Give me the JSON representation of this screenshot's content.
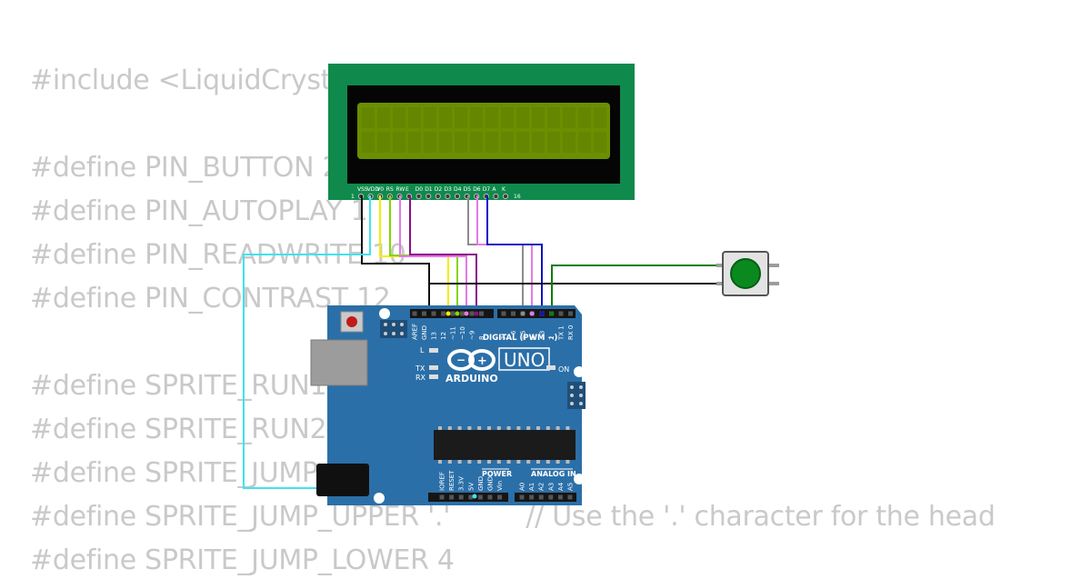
{
  "code_lines": [
    "#include <LiquidCrystal.h>",
    "",
    "#define PIN_BUTTON 2",
    "#define PIN_AUTOPLAY 1",
    "#define PIN_READWRITE 10",
    "#define PIN_CONTRAST 12",
    "",
    "#define SPRITE_RUN1 1",
    "#define SPRITE_RUN2 2",
    "#define SPRITE_JUMP 3",
    "#define SPRITE_JUMP_UPPER '.'         // Use the '.' character for the head",
    "#define SPRITE_JUMP_LOWER 4"
  ],
  "lcd": {
    "pin_labels": [
      "VSS",
      "VDD",
      "V0",
      "RS",
      "RW",
      "E",
      "D0",
      "D1",
      "D2",
      "D3",
      "D4",
      "D5",
      "D6",
      "D7",
      "A",
      "K"
    ],
    "first_index": "1",
    "last_index": "16"
  },
  "arduino": {
    "brand": "ARDUINO",
    "model": "UNO",
    "digital_label": "DIGITAL (PWM ~)",
    "digital_pins": [
      "AREF",
      "GND",
      "13",
      "12",
      "~11",
      "~10",
      "~9",
      "8",
      "7",
      "~6",
      "~5",
      "4",
      "~3",
      "2",
      "TX 1",
      "RX 0"
    ],
    "power_label": "POWER",
    "analog_label": "ANALOG IN",
    "power_pins": [
      "IOREF",
      "RESET",
      "3.3V",
      "5V",
      "GND",
      "GND",
      "Vin"
    ],
    "analog_pins": [
      "A0",
      "A1",
      "A2",
      "A3",
      "A4",
      "A5"
    ],
    "led_l": "L",
    "led_tx": "TX",
    "led_rx": "RX",
    "led_on": "ON"
  },
  "colors": {
    "lcd_board": "#0f8a4c",
    "lcd_screen": "#6a8f00",
    "arduino_board": "#2b6fa8",
    "button_cap": "#0a8a1e",
    "wire_black": "#111111",
    "wire_cyan": "#3fe3ef",
    "wire_yellow": "#f2ef00",
    "wire_lime": "#84d600",
    "wire_purple": "#8a0f8a",
    "wire_violet": "#e27ae6",
    "wire_gray": "#8c8c8c",
    "wire_blue": "#1212c8",
    "wire_green": "#0b7d0b"
  }
}
